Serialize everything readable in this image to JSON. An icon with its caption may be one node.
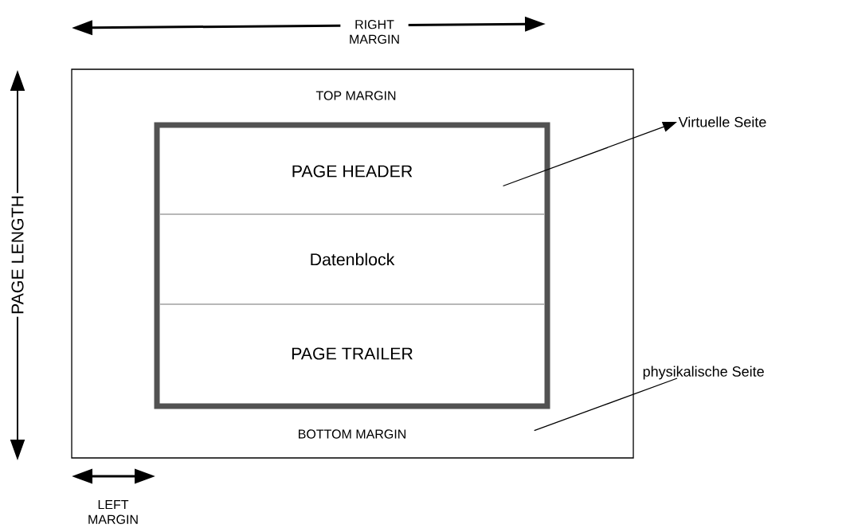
{
  "diagram": {
    "nodes": [
      {
        "text": [
          "TOP MARGIN",
          "BOTTOM MARGIN"
        ]
      },
      {
        "text": [],
        "shape": "box",
        "in": 0
      },
      {
        "text": [
          "PAGE HEADER"
        ],
        "in": 1
      },
      {
        "text": [
          "Datenblock"
        ],
        "in": 1
      },
      {
        "text": [
          "PAGE TRAILER"
        ],
        "in": 1
      },
      {
        "text": [
          "Virtuelle Seite"
        ]
      },
      {
        "text": [
          "physikalische Seite"
        ]
      }
    ],
    "edges": [
      {
        "from": 1,
        "to": 5,
        "arrow": "to"
      },
      {
        "from": 0,
        "to": 6,
        "arrow": "none"
      }
    ],
    "labels": [
      "RIGHT MARGIN",
      "PAGE LENGTH",
      "LEFT MARGIN"
    ]
  }
}
